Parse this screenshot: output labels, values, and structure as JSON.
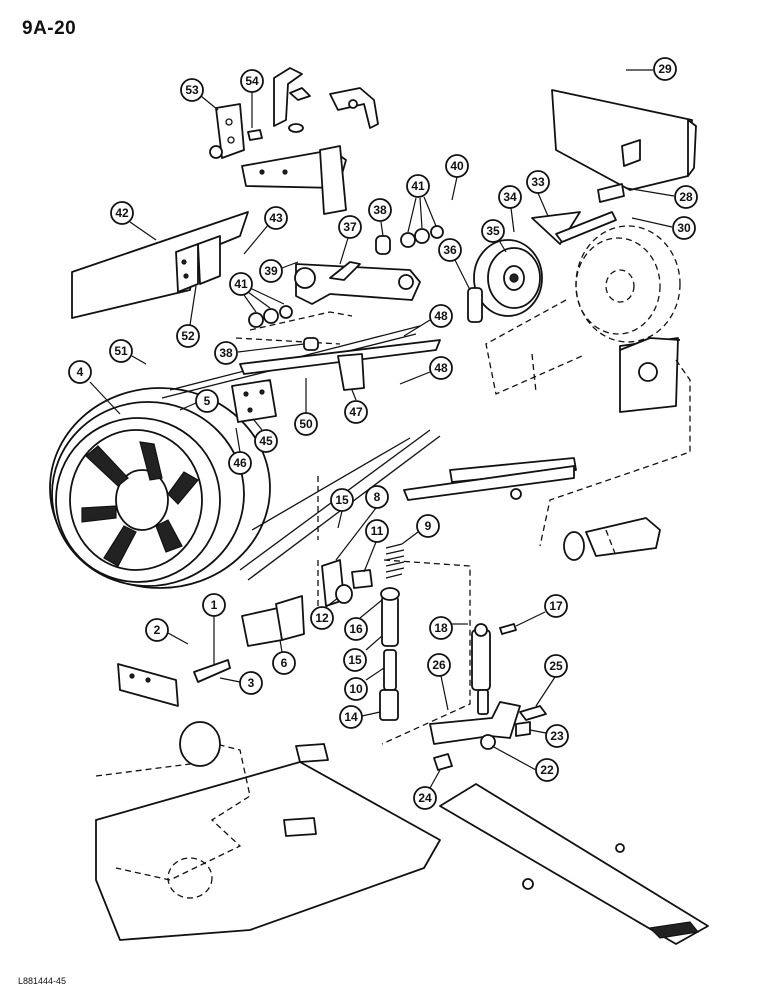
{
  "page": {
    "title": "9A-20",
    "reference_code": "L881444-45"
  },
  "callouts": [
    {
      "id": "c53",
      "label": "53"
    },
    {
      "id": "c54",
      "label": "54"
    },
    {
      "id": "c29",
      "label": "29"
    },
    {
      "id": "c42",
      "label": "42"
    },
    {
      "id": "c43",
      "label": "43"
    },
    {
      "id": "c38a",
      "label": "38"
    },
    {
      "id": "c37",
      "label": "37"
    },
    {
      "id": "c40",
      "label": "40"
    },
    {
      "id": "c41a",
      "label": "41"
    },
    {
      "id": "c33",
      "label": "33"
    },
    {
      "id": "c28",
      "label": "28"
    },
    {
      "id": "c34",
      "label": "34"
    },
    {
      "id": "c35",
      "label": "35"
    },
    {
      "id": "c30",
      "label": "30"
    },
    {
      "id": "c39",
      "label": "39"
    },
    {
      "id": "c36",
      "label": "36"
    },
    {
      "id": "c41b",
      "label": "41"
    },
    {
      "id": "c52",
      "label": "52"
    },
    {
      "id": "c48a",
      "label": "48"
    },
    {
      "id": "c38b",
      "label": "38"
    },
    {
      "id": "c51",
      "label": "51"
    },
    {
      "id": "c4",
      "label": "4"
    },
    {
      "id": "c48b",
      "label": "48"
    },
    {
      "id": "c5",
      "label": "5"
    },
    {
      "id": "c47",
      "label": "47"
    },
    {
      "id": "c45",
      "label": "45"
    },
    {
      "id": "c50",
      "label": "50"
    },
    {
      "id": "c46",
      "label": "46"
    },
    {
      "id": "c15a",
      "label": "15"
    },
    {
      "id": "c8",
      "label": "8"
    },
    {
      "id": "c11",
      "label": "11"
    },
    {
      "id": "c9",
      "label": "9"
    },
    {
      "id": "c1",
      "label": "1"
    },
    {
      "id": "c2",
      "label": "2"
    },
    {
      "id": "c17",
      "label": "17"
    },
    {
      "id": "c12",
      "label": "12"
    },
    {
      "id": "c16",
      "label": "16"
    },
    {
      "id": "c18",
      "label": "18"
    },
    {
      "id": "c6",
      "label": "6"
    },
    {
      "id": "c15b",
      "label": "15"
    },
    {
      "id": "c3",
      "label": "3"
    },
    {
      "id": "c26",
      "label": "26"
    },
    {
      "id": "c25",
      "label": "25"
    },
    {
      "id": "c10",
      "label": "10"
    },
    {
      "id": "c14",
      "label": "14"
    },
    {
      "id": "c23",
      "label": "23"
    },
    {
      "id": "c22",
      "label": "22"
    },
    {
      "id": "c24",
      "label": "24"
    }
  ]
}
